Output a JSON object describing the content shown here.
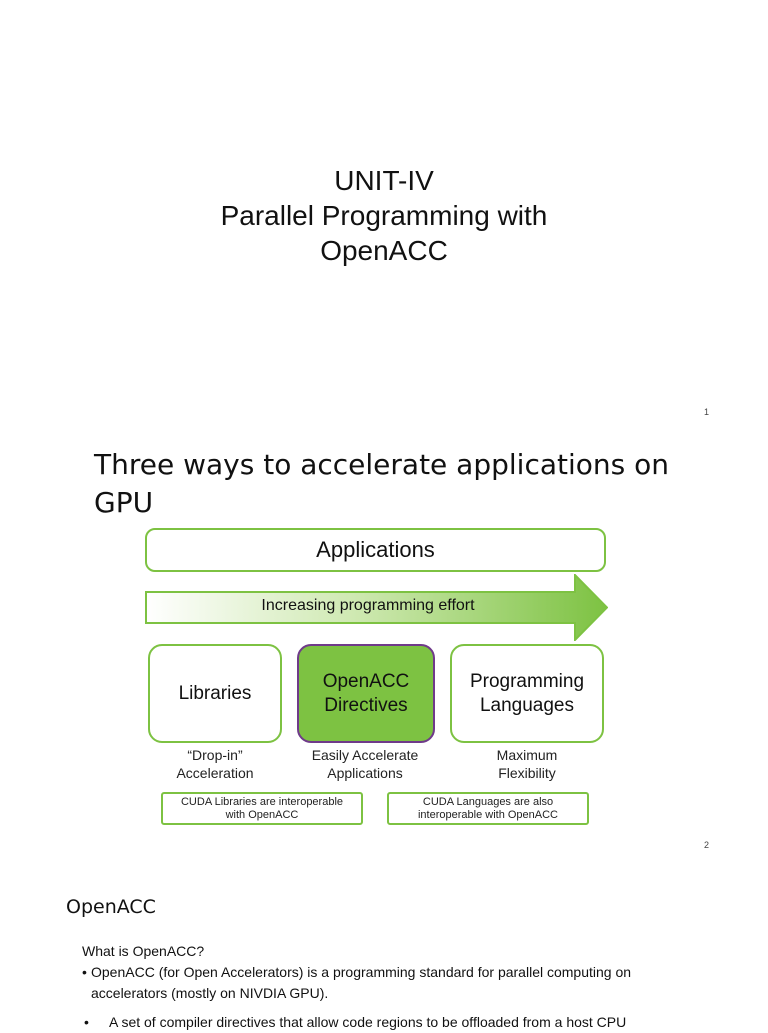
{
  "slide1": {
    "title_lines": [
      "UNIT-IV",
      "Parallel Programming with",
      "OpenACC"
    ],
    "page_number": "1"
  },
  "slide2": {
    "heading": "Three ways to accelerate applications on GPU",
    "applications_label": "Applications",
    "arrow_label": "Increasing programming effort",
    "columns": [
      {
        "box": "Libraries",
        "caption_line1": "“Drop-in”",
        "caption_line2": "Acceleration"
      },
      {
        "box_line1": "OpenACC",
        "box_line2": "Directives",
        "caption_line1": "Easily Accelerate",
        "caption_line2": "Applications"
      },
      {
        "box_line1": "Programming",
        "box_line2": "Languages",
        "caption_line1": "Maximum",
        "caption_line2": "Flexibility"
      }
    ],
    "notes": [
      {
        "line1": "CUDA Libraries are interoperable",
        "line2": "with OpenACC"
      },
      {
        "line1": "CUDA Languages are also",
        "line2": "interoperable with OpenACC"
      }
    ],
    "page_number": "2",
    "colors": {
      "green": "#7dc242",
      "purple_border": "#6f3a8a"
    }
  },
  "slide3": {
    "heading": "OpenACC",
    "question": "What is OpenACC?",
    "bullet1": "OpenACC (for Open Accelerators) is a programming standard for parallel computing on accelerators (mostly on NIVDIA GPU).",
    "bullet2": "A set of compiler directives that allow code regions to be offloaded from a host CPU"
  }
}
